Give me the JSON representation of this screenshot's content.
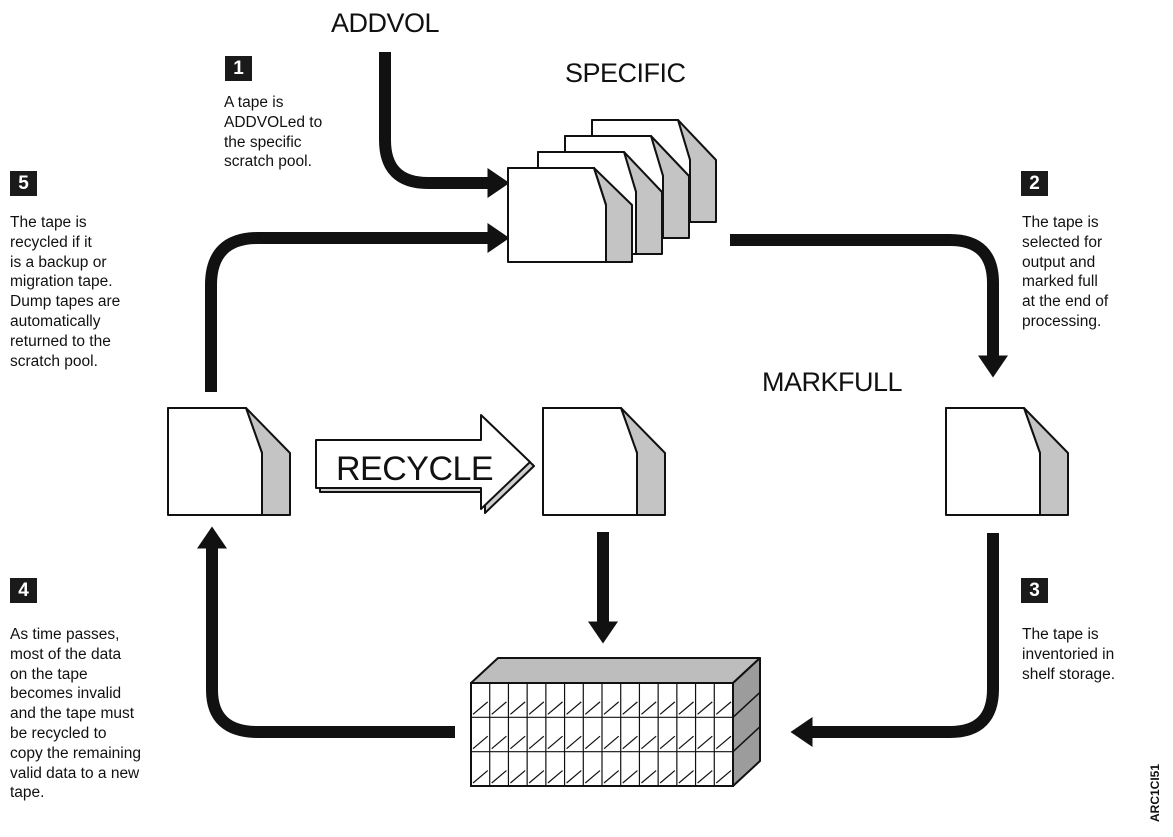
{
  "labels": {
    "addvol": "ADDVOL",
    "specific": "SPECIFIC",
    "markfull": "MARKFULL",
    "recycle": "RECYCLE"
  },
  "steps": [
    {
      "number": "1",
      "text": "A tape is\nADDVOLed to\nthe specific\nscratch pool."
    },
    {
      "number": "2",
      "text": "The tape is\nselected for\noutput and\nmarked full\nat the end of\nprocessing."
    },
    {
      "number": "3",
      "text": "The tape is\ninventoried in\nshelf storage."
    },
    {
      "number": "4",
      "text": "As time passes,\nmost of the data\non the tape\nbecomes invalid\nand the tape must\nbe recycled to\ncopy the remaining\nvalid data to a new\ntape."
    },
    {
      "number": "5",
      "text": "The tape is\nrecycled if it\nis a backup or\nmigration tape.\nDump tapes are\nautomatically\nreturned to the\nscratch pool."
    }
  ],
  "figure_id": "ARC1CI51",
  "colors": {
    "arrow": "#111111",
    "bevel": "#c4c4c4",
    "shelf_top": "#bdbdbd",
    "shelf_side": "#9c9c9c",
    "badge_bg": "#1a1a1a"
  }
}
